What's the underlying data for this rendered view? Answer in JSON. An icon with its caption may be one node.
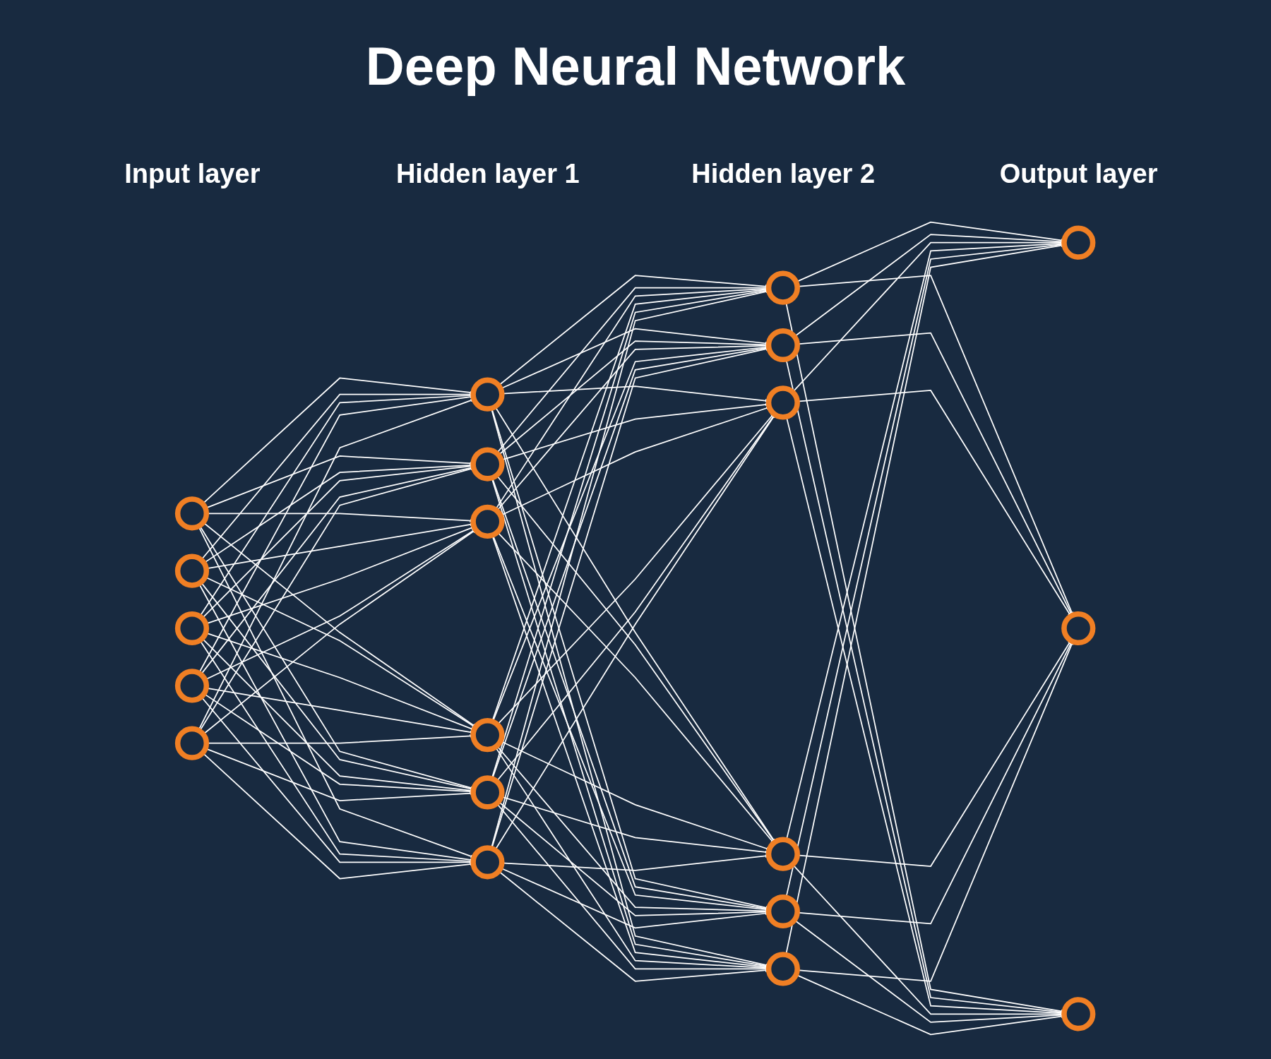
{
  "diagram": {
    "title": "Deep Neural Network",
    "nodes": [
      {
        "text": [],
        "shape": "circle"
      },
      {
        "text": [],
        "shape": "circle"
      },
      {
        "text": [],
        "shape": "circle"
      },
      {
        "text": [],
        "shape": "circle"
      },
      {
        "text": [],
        "shape": "circle"
      },
      {
        "text": [],
        "shape": "circle"
      },
      {
        "text": [],
        "shape": "circle"
      },
      {
        "text": [],
        "shape": "circle"
      },
      {
        "text": [],
        "shape": "circle"
      },
      {
        "text": [],
        "shape": "circle"
      },
      {
        "text": [],
        "shape": "circle"
      },
      {
        "text": [],
        "shape": "circle"
      },
      {
        "text": [],
        "shape": "circle"
      },
      {
        "text": [],
        "shape": "circle"
      },
      {
        "text": [],
        "shape": "circle"
      },
      {
        "text": [],
        "shape": "circle"
      },
      {
        "text": [],
        "shape": "circle"
      },
      {
        "text": [],
        "shape": "circle"
      },
      {
        "text": [],
        "shape": "circle"
      },
      {
        "text": [],
        "shape": "circle"
      }
    ],
    "edges": [
      {
        "from": 0,
        "to": 5,
        "arrow": "to"
      },
      {
        "from": 0,
        "to": 6,
        "arrow": "to"
      },
      {
        "from": 0,
        "to": 7,
        "arrow": "to"
      },
      {
        "from": 0,
        "to": 8,
        "arrow": "to"
      },
      {
        "from": 0,
        "to": 9,
        "arrow": "to"
      },
      {
        "from": 0,
        "to": 10,
        "arrow": "to"
      },
      {
        "from": 1,
        "to": 5,
        "arrow": "to"
      },
      {
        "from": 1,
        "to": 6,
        "arrow": "to"
      },
      {
        "from": 1,
        "to": 7,
        "arrow": "to"
      },
      {
        "from": 1,
        "to": 8,
        "arrow": "to"
      },
      {
        "from": 1,
        "to": 9,
        "arrow": "to"
      },
      {
        "from": 1,
        "to": 10,
        "arrow": "to"
      },
      {
        "from": 2,
        "to": 5,
        "arrow": "to"
      },
      {
        "from": 2,
        "to": 6,
        "arrow": "to"
      },
      {
        "from": 2,
        "to": 7,
        "arrow": "to"
      },
      {
        "from": 2,
        "to": 8,
        "arrow": "to"
      },
      {
        "from": 2,
        "to": 9,
        "arrow": "to"
      },
      {
        "from": 2,
        "to": 10,
        "arrow": "to"
      },
      {
        "from": 3,
        "to": 5,
        "arrow": "to"
      },
      {
        "from": 3,
        "to": 6,
        "arrow": "to"
      },
      {
        "from": 3,
        "to": 7,
        "arrow": "to"
      },
      {
        "from": 3,
        "to": 8,
        "arrow": "to"
      },
      {
        "from": 3,
        "to": 9,
        "arrow": "to"
      },
      {
        "from": 3,
        "to": 10,
        "arrow": "to"
      },
      {
        "from": 4,
        "to": 5,
        "arrow": "to"
      },
      {
        "from": 4,
        "to": 6,
        "arrow": "to"
      },
      {
        "from": 4,
        "to": 7,
        "arrow": "to"
      },
      {
        "from": 4,
        "to": 8,
        "arrow": "to"
      },
      {
        "from": 4,
        "to": 9,
        "arrow": "to"
      },
      {
        "from": 4,
        "to": 10,
        "arrow": "to"
      },
      {
        "from": 5,
        "to": 11,
        "arrow": "to"
      },
      {
        "from": 5,
        "to": 12,
        "arrow": "to"
      },
      {
        "from": 5,
        "to": 13,
        "arrow": "to"
      },
      {
        "from": 5,
        "to": 14,
        "arrow": "to"
      },
      {
        "from": 5,
        "to": 15,
        "arrow": "to"
      },
      {
        "from": 5,
        "to": 16,
        "arrow": "to"
      },
      {
        "from": 6,
        "to": 11,
        "arrow": "to"
      },
      {
        "from": 6,
        "to": 12,
        "arrow": "to"
      },
      {
        "from": 6,
        "to": 13,
        "arrow": "to"
      },
      {
        "from": 6,
        "to": 14,
        "arrow": "to"
      },
      {
        "from": 6,
        "to": 15,
        "arrow": "to"
      },
      {
        "from": 6,
        "to": 16,
        "arrow": "to"
      },
      {
        "from": 7,
        "to": 11,
        "arrow": "to"
      },
      {
        "from": 7,
        "to": 12,
        "arrow": "to"
      },
      {
        "from": 7,
        "to": 13,
        "arrow": "to"
      },
      {
        "from": 7,
        "to": 14,
        "arrow": "to"
      },
      {
        "from": 7,
        "to": 15,
        "arrow": "to"
      },
      {
        "from": 7,
        "to": 16,
        "arrow": "to"
      },
      {
        "from": 8,
        "to": 11,
        "arrow": "to"
      },
      {
        "from": 8,
        "to": 12,
        "arrow": "to"
      },
      {
        "from": 8,
        "to": 13,
        "arrow": "to"
      },
      {
        "from": 8,
        "to": 14,
        "arrow": "to"
      },
      {
        "from": 8,
        "to": 15,
        "arrow": "to"
      },
      {
        "from": 8,
        "to": 16,
        "arrow": "to"
      },
      {
        "from": 9,
        "to": 11,
        "arrow": "to"
      },
      {
        "from": 9,
        "to": 12,
        "arrow": "to"
      },
      {
        "from": 9,
        "to": 13,
        "arrow": "to"
      },
      {
        "from": 9,
        "to": 14,
        "arrow": "to"
      },
      {
        "from": 9,
        "to": 15,
        "arrow": "to"
      },
      {
        "from": 9,
        "to": 16,
        "arrow": "to"
      },
      {
        "from": 10,
        "to": 11,
        "arrow": "to"
      },
      {
        "from": 10,
        "to": 12,
        "arrow": "to"
      },
      {
        "from": 10,
        "to": 13,
        "arrow": "to"
      },
      {
        "from": 10,
        "to": 14,
        "arrow": "to"
      },
      {
        "from": 10,
        "to": 15,
        "arrow": "to"
      },
      {
        "from": 10,
        "to": 16,
        "arrow": "to"
      },
      {
        "from": 11,
        "to": 17,
        "arrow": "to"
      },
      {
        "from": 11,
        "to": 18,
        "arrow": "to"
      },
      {
        "from": 11,
        "to": 19,
        "arrow": "to"
      },
      {
        "from": 12,
        "to": 17,
        "arrow": "to"
      },
      {
        "from": 12,
        "to": 18,
        "arrow": "to"
      },
      {
        "from": 12,
        "to": 19,
        "arrow": "to"
      },
      {
        "from": 13,
        "to": 17,
        "arrow": "to"
      },
      {
        "from": 13,
        "to": 18,
        "arrow": "to"
      },
      {
        "from": 13,
        "to": 19,
        "arrow": "to"
      },
      {
        "from": 14,
        "to": 17,
        "arrow": "to"
      },
      {
        "from": 14,
        "to": 18,
        "arrow": "to"
      },
      {
        "from": 14,
        "to": 19,
        "arrow": "to"
      },
      {
        "from": 15,
        "to": 17,
        "arrow": "to"
      },
      {
        "from": 15,
        "to": 18,
        "arrow": "to"
      },
      {
        "from": 15,
        "to": 19,
        "arrow": "to"
      },
      {
        "from": 16,
        "to": 17,
        "arrow": "to"
      },
      {
        "from": 16,
        "to": 18,
        "arrow": "to"
      },
      {
        "from": 16,
        "to": 19,
        "arrow": "to"
      }
    ],
    "labels": [
      "Input layer",
      "Hidden layer 1",
      "Hidden layer 2",
      "Output layer"
    ]
  }
}
